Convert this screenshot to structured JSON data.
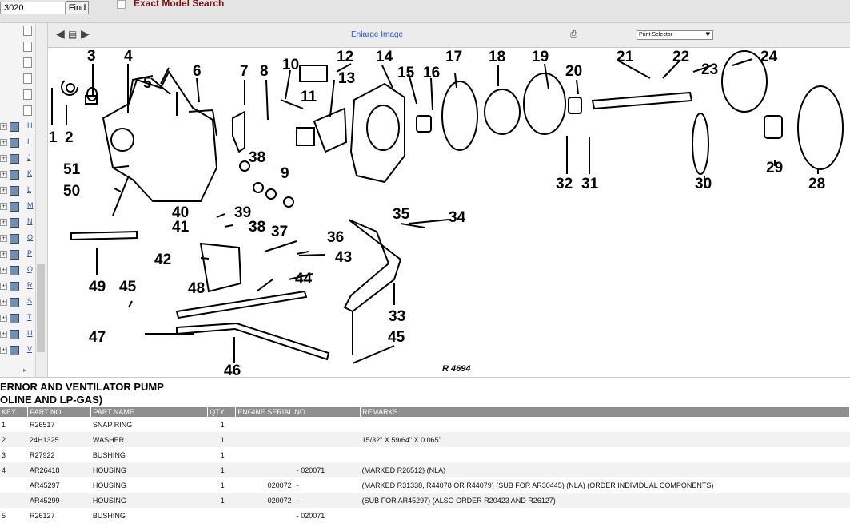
{
  "search": {
    "value": "3020",
    "find_label": "Find",
    "exact_label": "Exact Model Search"
  },
  "tree": {
    "letters": [
      "H",
      "I",
      "J",
      "K",
      "L",
      "M",
      "N",
      "O",
      "P",
      "Q",
      "R",
      "S",
      "T",
      "U",
      "V"
    ]
  },
  "viewer": {
    "enlarge_label": "Enlarge Image",
    "print_selector_label": "Print Selector"
  },
  "diagram": {
    "callouts": [
      "1",
      "2",
      "3",
      "4",
      "5",
      "6",
      "7",
      "8",
      "9",
      "10",
      "11",
      "12",
      "13",
      "14",
      "15",
      "16",
      "17",
      "18",
      "19",
      "20",
      "21",
      "22",
      "23",
      "24",
      "28",
      "29",
      "30",
      "31",
      "32",
      "33",
      "34",
      "35",
      "36",
      "37",
      "38",
      "38",
      "39",
      "40",
      "41",
      "42",
      "43",
      "44",
      "45",
      "45",
      "46",
      "47",
      "48",
      "49",
      "50",
      "51"
    ],
    "ref": "R 4694"
  },
  "section": {
    "title_line1": "ERNOR AND VENTILATOR PUMP",
    "title_line2": "OLINE AND LP-GAS)"
  },
  "table": {
    "headers": [
      "KEY",
      "PART NO.",
      "PART NAME",
      "QTY",
      "ENGINE SERIAL NO.",
      "",
      "REMARKS"
    ],
    "rows": [
      [
        "1",
        "R26517",
        "SNAP RING",
        "1",
        "",
        "",
        ""
      ],
      [
        "2",
        "24H1325",
        "WASHER",
        "1",
        "",
        "",
        "15/32\" X 59/64\" X 0.065\""
      ],
      [
        "3",
        "R27922",
        "BUSHING",
        "1",
        "",
        "",
        ""
      ],
      [
        "4",
        "AR26418",
        "HOUSING",
        "1",
        "",
        "- 020071",
        "(MARKED R26512) (NLA)"
      ],
      [
        "",
        "AR45297",
        "HOUSING",
        "1",
        "020072",
        "-",
        "(MARKED R31338, R44078 OR R44079) (SUB FOR AR30445) (NLA) (ORDER INDIVIDUAL COMPONENTS)"
      ],
      [
        "",
        "AR45299",
        "HOUSING",
        "1",
        "020072",
        "-",
        "(SUB FOR AR45297) (ALSO ORDER R20423 AND R26127)"
      ],
      [
        "5",
        "R26127",
        "BUSHING",
        "",
        "",
        "- 020071",
        ""
      ]
    ]
  }
}
